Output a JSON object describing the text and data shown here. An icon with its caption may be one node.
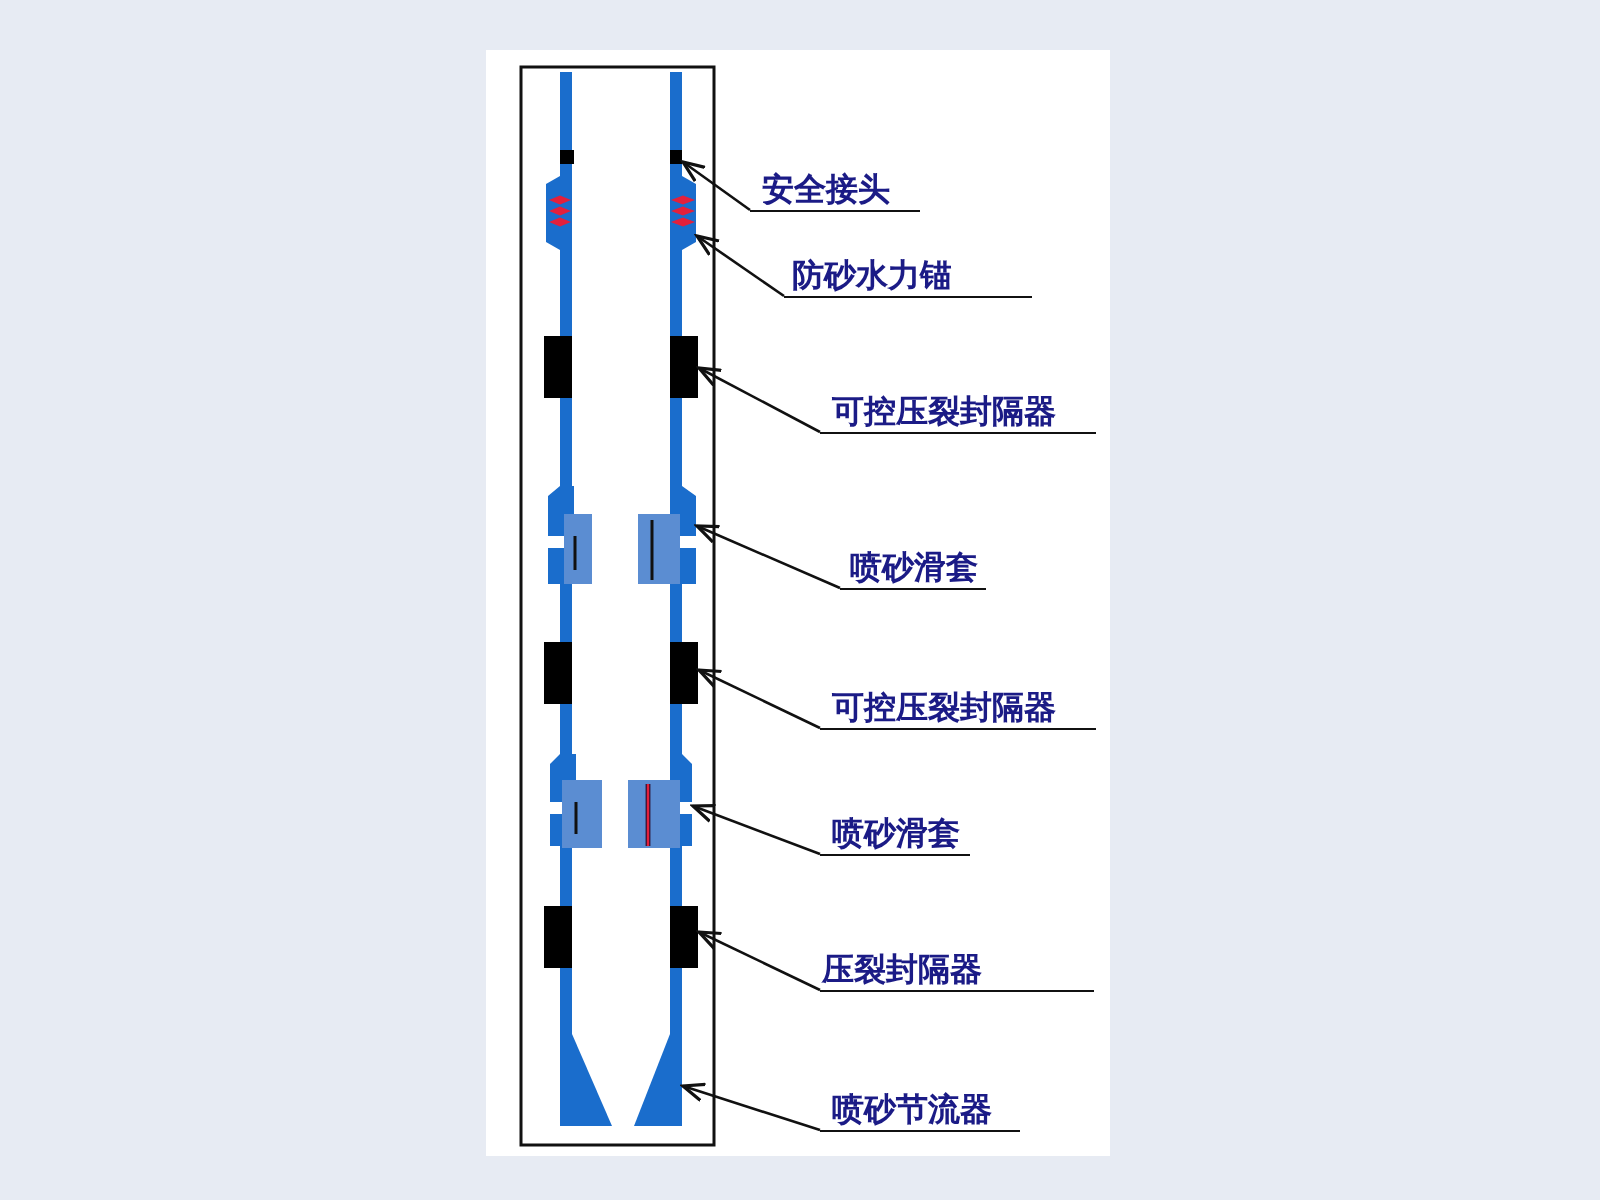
{
  "diagram": {
    "nodes": [
      {
        "text": [
          "安全接头"
        ]
      },
      {
        "text": [
          "防砂水力锚"
        ]
      },
      {
        "text": [
          "可控压裂封隔器"
        ]
      },
      {
        "text": [
          "喷砂滑套"
        ]
      },
      {
        "text": [
          "可控压裂封隔器"
        ]
      },
      {
        "text": [
          "喷砂滑套"
        ]
      },
      {
        "text": [
          "压裂封隔器"
        ]
      },
      {
        "text": [
          "喷砂节流器"
        ]
      },
      {
        "text": [],
        "shape": "picture"
      },
      {
        "text": [],
        "shape": "picture"
      },
      {
        "text": [],
        "shape": "picture"
      },
      {
        "text": [],
        "shape": "picture"
      },
      {
        "text": [],
        "shape": "picture"
      },
      {
        "text": [],
        "shape": "picture"
      },
      {
        "text": [],
        "shape": "picture"
      },
      {
        "text": [],
        "shape": "picture"
      }
    ],
    "edges": [
      {
        "from": 0,
        "to": 8,
        "arrow": "to"
      },
      {
        "from": 1,
        "to": 9,
        "arrow": "to"
      },
      {
        "from": 2,
        "to": 10,
        "arrow": "to"
      },
      {
        "from": 3,
        "to": 11,
        "arrow": "to"
      },
      {
        "from": 4,
        "to": 12,
        "arrow": "to"
      },
      {
        "from": 5,
        "to": 13,
        "arrow": "to"
      },
      {
        "from": 6,
        "to": 14,
        "arrow": "to"
      },
      {
        "from": 7,
        "to": 15,
        "arrow": "to"
      }
    ]
  }
}
